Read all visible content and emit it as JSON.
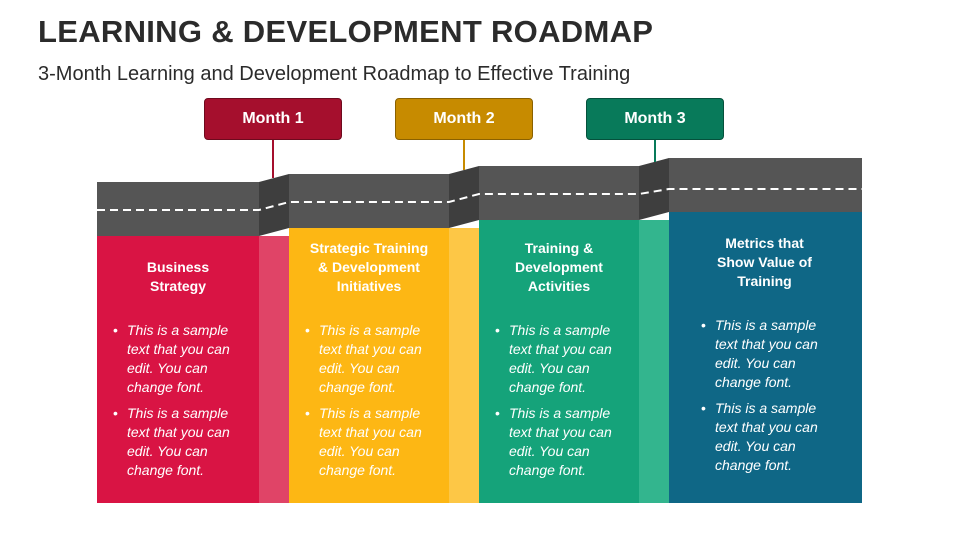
{
  "title": "LEARNING & DEVELOPMENT ROADMAP",
  "subtitle": "3-Month Learning and Development Roadmap to Effective Training",
  "months": [
    {
      "label": "Month 1",
      "color": "#a50f2d"
    },
    {
      "label": "Month 2",
      "color": "#c78b00"
    },
    {
      "label": "Month 3",
      "color": "#087a5a"
    }
  ],
  "columns": [
    {
      "heading": "Business Strategy",
      "color": "#d91444",
      "bullets": [
        "This is a sample text that you can edit. You can change font.",
        "This is a sample text that you can edit. You can change font."
      ]
    },
    {
      "heading": "Strategic Training & Development Initiatives",
      "color": "#fdb714",
      "bullets": [
        "This is a sample text that you can edit. You can change font.",
        "This is a sample text that you can edit. You can change font."
      ]
    },
    {
      "heading": "Training & Development Activities",
      "color": "#15a37a",
      "bullets": [
        "This is a sample text that you can edit. You can change font.",
        "This is a sample text that you can edit. You can change font."
      ]
    },
    {
      "heading": "Metrics that Show Value of Training",
      "color": "#0f6786",
      "bullets": [
        "This is a sample text that you can edit. You can change font.",
        "This is a sample text that you can edit. You can change font."
      ]
    }
  ],
  "road_color": "#555555"
}
